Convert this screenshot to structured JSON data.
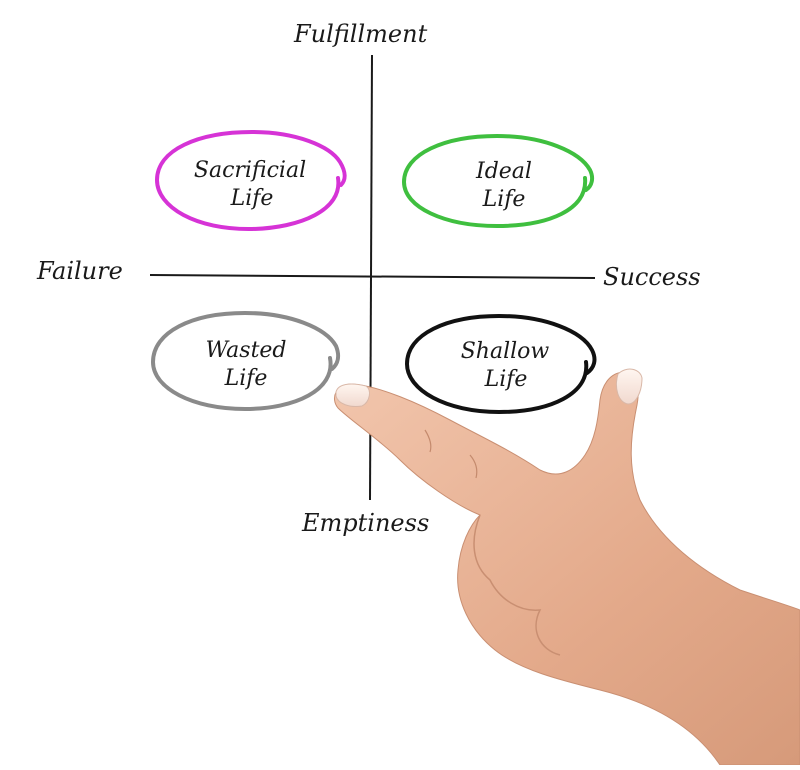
{
  "axes": {
    "top": "Fulfillment",
    "bottom": "Emptiness",
    "left": "Failure",
    "right": "Success"
  },
  "quadrants": {
    "top_left": {
      "line1": "Sacrificial",
      "line2": "Life",
      "color": "#d633d6"
    },
    "top_right": {
      "line1": "Ideal",
      "line2": "Life",
      "color": "#3fbf3f"
    },
    "bottom_left": {
      "line1": "Wasted",
      "line2": "Life",
      "color": "#8a8a8a"
    },
    "bottom_right": {
      "line1": "Shallow",
      "line2": "Life",
      "color": "#111111"
    }
  },
  "colors": {
    "ink": "#1a1a1a",
    "skin": "#e8b497"
  }
}
